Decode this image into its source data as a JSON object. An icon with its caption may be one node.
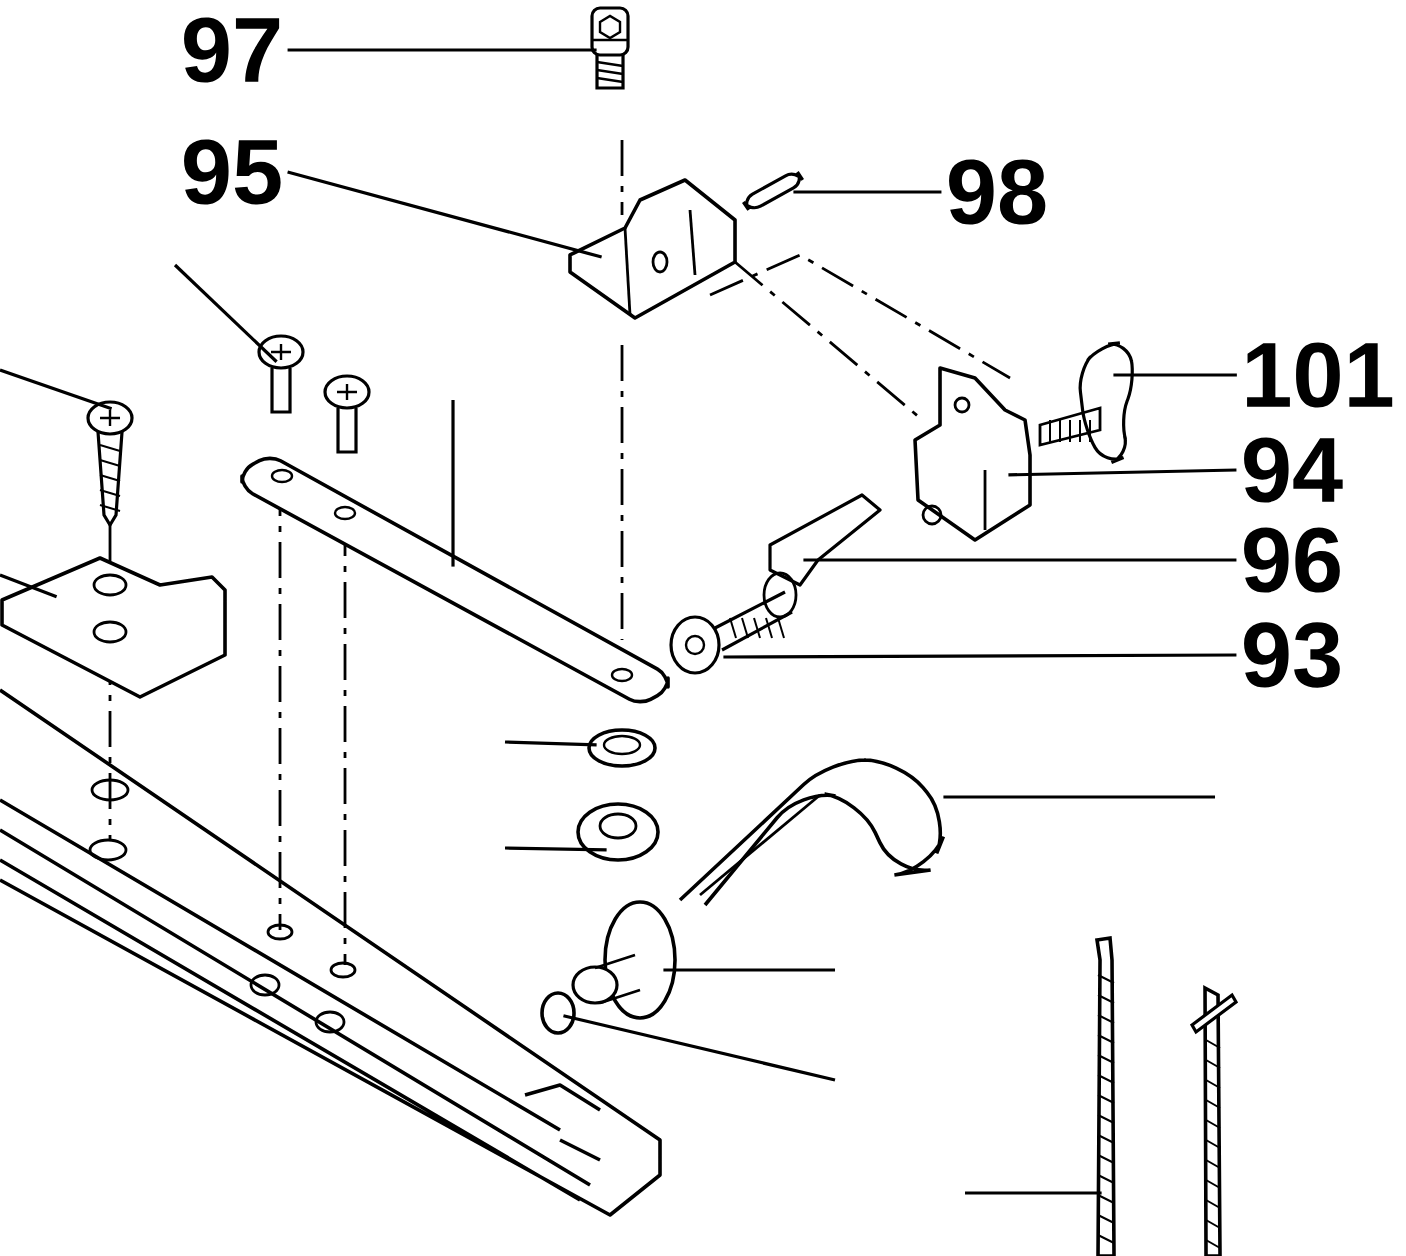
{
  "diagram": {
    "nodes": [
      {
        "text": [
          "97"
        ]
      },
      {
        "text": [],
        "shape": "picture"
      },
      {
        "text": [
          "95"
        ]
      },
      {
        "text": [],
        "shape": "picture"
      },
      {
        "text": [
          "98"
        ]
      },
      {
        "text": [],
        "shape": "picture"
      },
      {
        "text": [
          "101"
        ]
      },
      {
        "text": [],
        "shape": "picture"
      },
      {
        "text": [
          "94"
        ]
      },
      {
        "text": [],
        "shape": "picture"
      },
      {
        "text": [
          "96"
        ]
      },
      {
        "text": [],
        "shape": "picture"
      },
      {
        "text": [
          "93"
        ]
      },
      {
        "text": [],
        "shape": "picture"
      },
      {
        "text": [],
        "shape": "picture"
      },
      {
        "text": [],
        "shape": "picture"
      },
      {
        "text": [],
        "shape": "picture"
      },
      {
        "text": [],
        "shape": "picture"
      },
      {
        "text": [],
        "shape": "picture"
      },
      {
        "text": [],
        "shape": "picture"
      },
      {
        "text": [],
        "shape": "picture"
      },
      {
        "text": [],
        "shape": "picture"
      },
      {
        "text": [],
        "shape": "circle"
      },
      {
        "text": [],
        "shape": "picture"
      }
    ],
    "edges": [
      {
        "from": 0,
        "to": 1,
        "arrow": "none"
      },
      {
        "from": 2,
        "to": 3,
        "arrow": "none"
      },
      {
        "from": 4,
        "to": 5,
        "arrow": "none"
      },
      {
        "from": 6,
        "to": 7,
        "arrow": "none"
      },
      {
        "from": 8,
        "to": 9,
        "arrow": "none"
      },
      {
        "from": 10,
        "to": 11,
        "arrow": "none"
      },
      {
        "from": 12,
        "to": 13,
        "arrow": "none"
      },
      {
        "from": null,
        "to": 14,
        "arrow": "none"
      },
      {
        "from": null,
        "to": 15,
        "arrow": "none"
      },
      {
        "from": null,
        "to": 16,
        "arrow": "none"
      },
      {
        "from": null,
        "to": 17,
        "arrow": "none"
      },
      {
        "from": null,
        "to": 18,
        "arrow": "none"
      },
      {
        "from": null,
        "to": 19,
        "arrow": "none"
      },
      {
        "from": null,
        "to": 20,
        "arrow": "none"
      },
      {
        "from": null,
        "to": 21,
        "arrow": "none"
      },
      {
        "from": null,
        "to": 22,
        "arrow": "none"
      },
      {
        "from": null,
        "to": 23,
        "arrow": "none"
      }
    ]
  }
}
